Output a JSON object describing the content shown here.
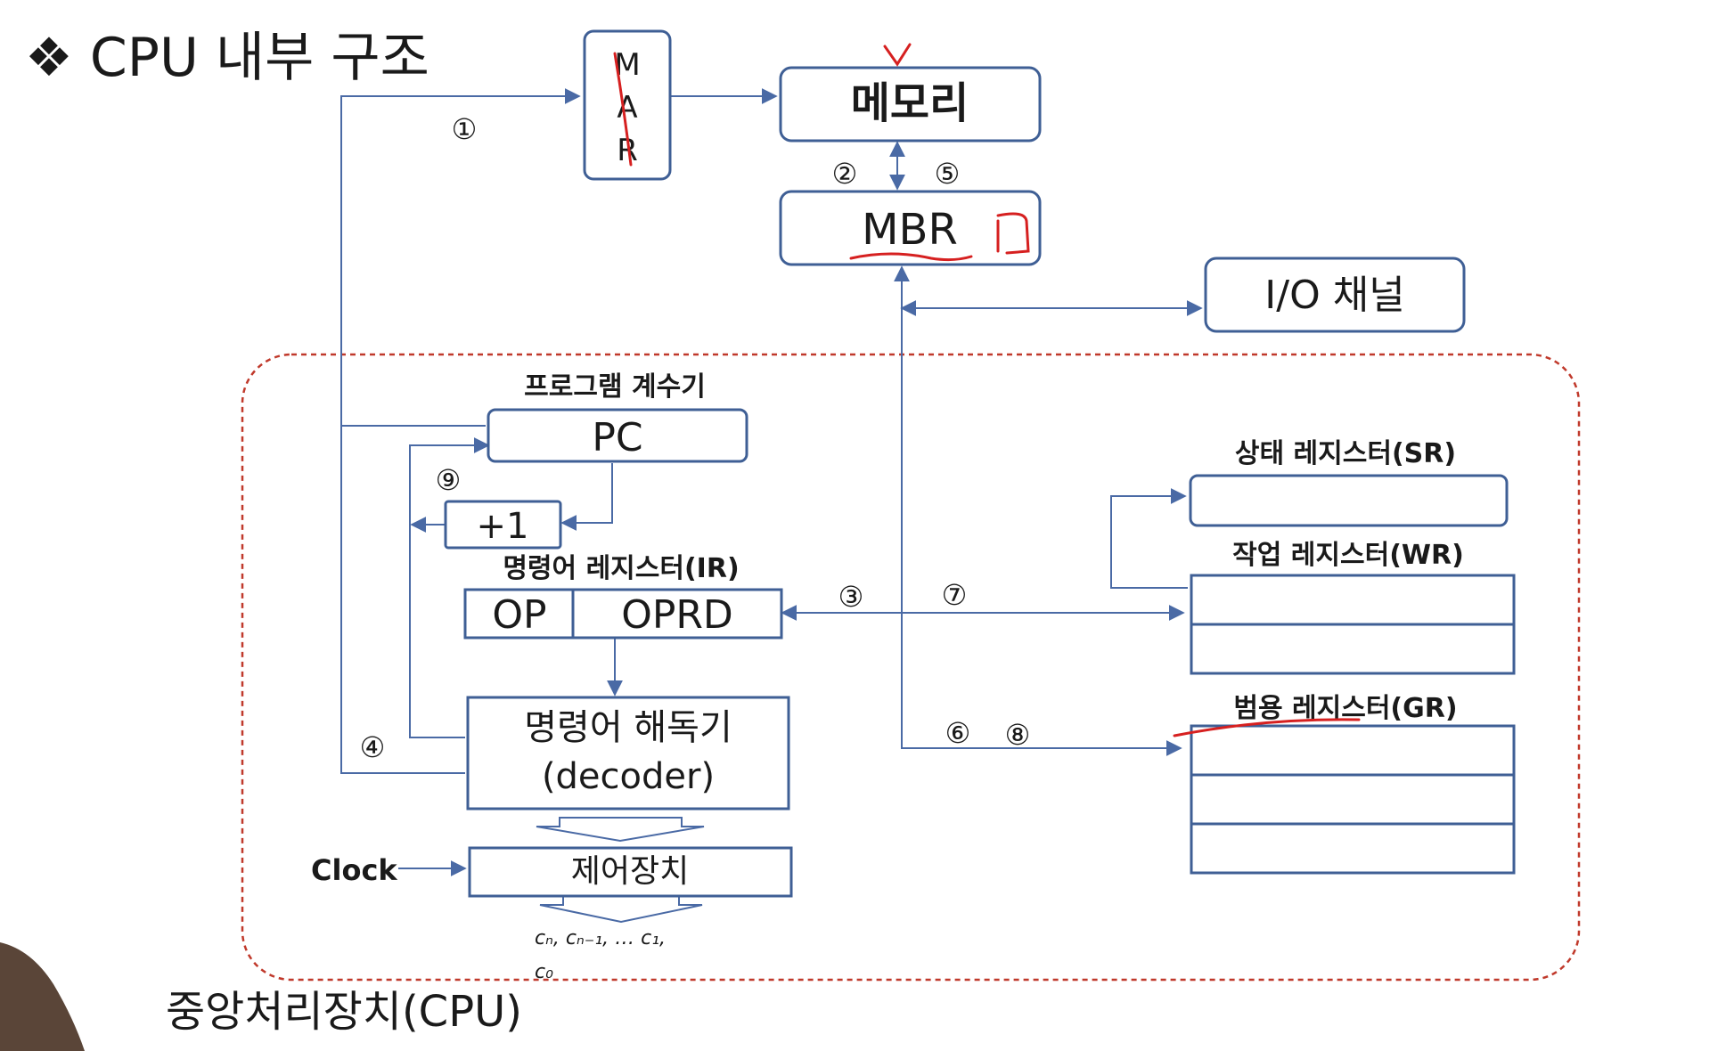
{
  "title": "❖ CPU 내부 구조",
  "memory": {
    "mar_letters": [
      "M",
      "A",
      "R"
    ],
    "memory_label": "메모리",
    "mbr_label": "MBR"
  },
  "io": {
    "label": "I/O 채널"
  },
  "cpu": {
    "label": "중앙처리장치(CPU)",
    "pc_caption": "프로그램 계수기",
    "pc_label": "PC",
    "inc_label": "+1",
    "ir_caption": "명령어 레지스터(IR)",
    "ir_op": "OP",
    "ir_oprd": "OPRD",
    "decoder_line1": "명령어 해독기",
    "decoder_line2": "(decoder)",
    "control_label": "제어장치",
    "clock_label": "Clock",
    "control_signals": "cₙ, cₙ₋₁, … c₁,",
    "control_signals_2": "c₀",
    "sr_caption": "상태 레지스터(SR)",
    "wr_caption": "작업 레지스터(WR)",
    "gr_caption": "범용 레지스터(GR)"
  },
  "steps": {
    "s1": "①",
    "s2": "②",
    "s3": "③",
    "s4": "④",
    "s5": "⑤",
    "s6": "⑥",
    "s7": "⑦",
    "s8": "⑧",
    "s9": "⑨"
  },
  "colors": {
    "box_stroke": "#3f5f95",
    "line": "#4a6aa5",
    "cpu_border": "#c0392b",
    "annotation": "#d62020"
  }
}
